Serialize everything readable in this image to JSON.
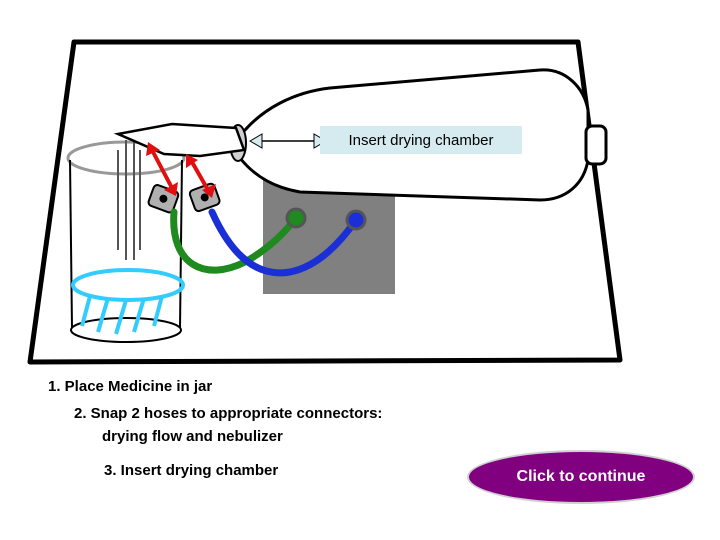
{
  "callout": {
    "label": "Insert drying chamber"
  },
  "steps": {
    "step1": "1.  Place Medicine in jar",
    "step2_line1": "2.  Snap 2 hoses to appropriate connectors:",
    "step2_line2": "drying flow and nebulizer",
    "step3": "3.  Insert drying chamber"
  },
  "continue_button": {
    "label": "Click to continue"
  },
  "colors": {
    "button_fill": "#800080",
    "callout_fill": "#d6ebf0",
    "hose_green": "#1f8a1f",
    "hose_blue": "#1a2fd6",
    "indicator_arrow": "#e01010",
    "jar_ring": "#33ccff",
    "panel_gray": "#808080"
  }
}
